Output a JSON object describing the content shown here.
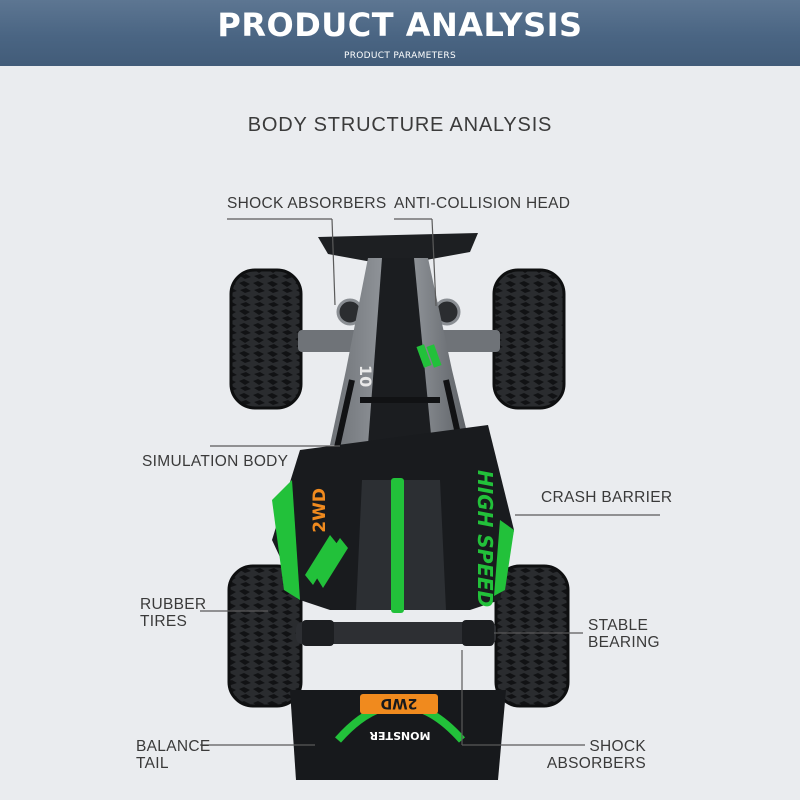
{
  "header": {
    "title": "PRODUCT ANALYSIS",
    "subtitle": "PRODUCT PARAMETERS"
  },
  "section_title": "BODY STRUCTURE ANALYSIS",
  "labels": {
    "shock_absorbers_top": "SHOCK ABSORBERS",
    "anti_collision_head": "ANTI-COLLISION HEAD",
    "simulation_body": "SIMULATION BODY",
    "crash_barrier": "CRASH BARRIER",
    "rubber_tires_line1": "RUBBER",
    "rubber_tires_line2": "TIRES",
    "stable_bearing_line1": "STABLE",
    "stable_bearing_line2": "BEARING",
    "balance_tail_line1": "BALANCE",
    "balance_tail_line2": "TAIL",
    "shock_absorbers_bottom_line1": "SHOCK",
    "shock_absorbers_bottom_line2": "ABSORBERS"
  },
  "car_decals": {
    "side_text": "HIGH SPEED",
    "logo_text": "2WD",
    "rear_text": "MONSTER",
    "small_text": "HIGH SPEED",
    "number": "10"
  },
  "colors": {
    "header_bg": "#4a6583",
    "accent_green": "#22c13a",
    "accent_orange": "#f08a1e",
    "car_body": "#1c1e21"
  }
}
